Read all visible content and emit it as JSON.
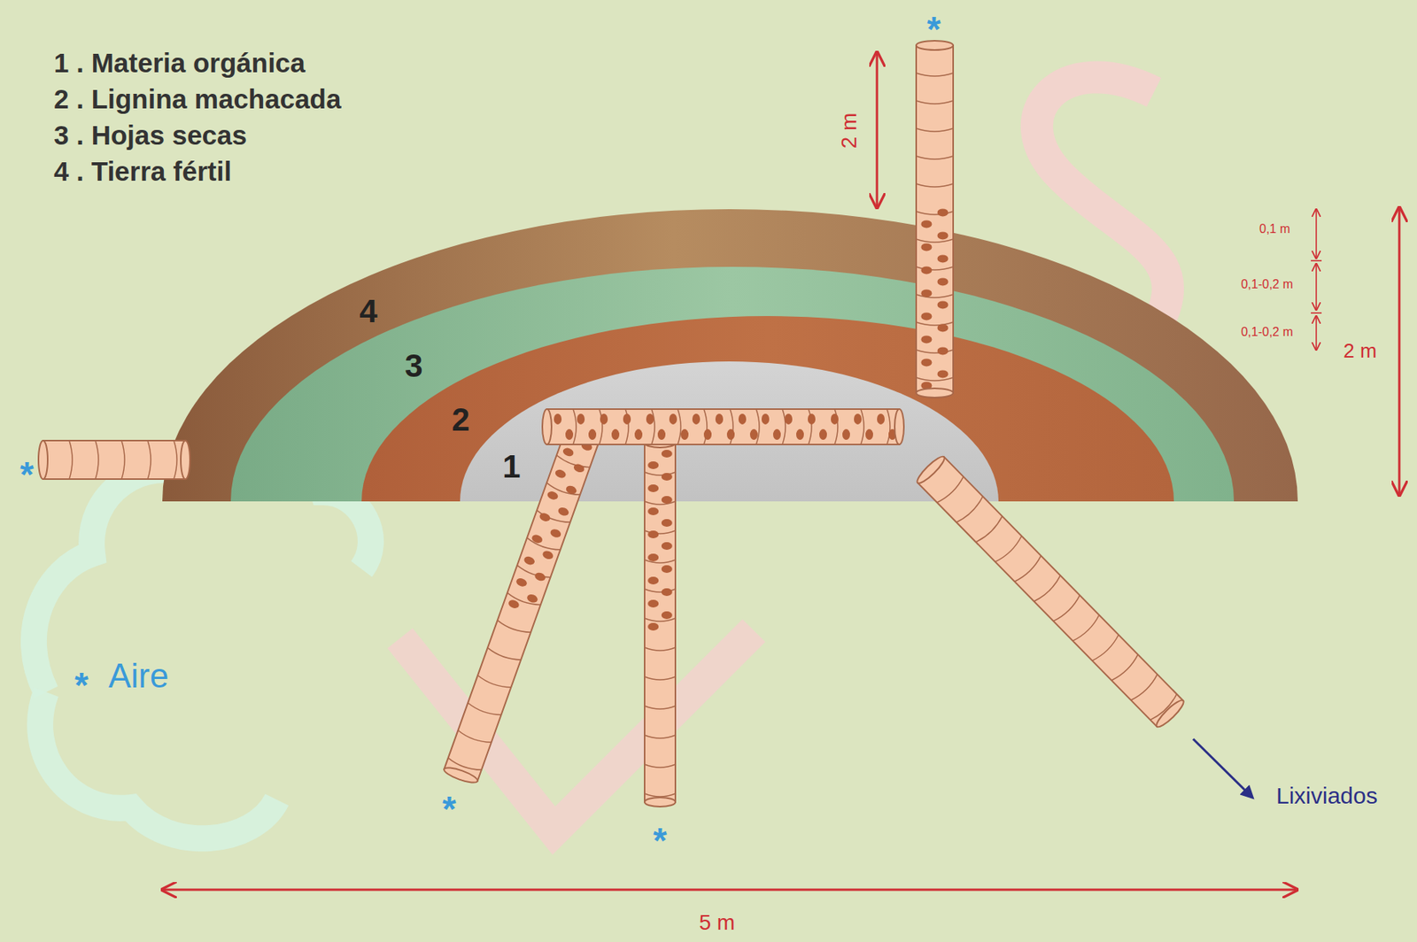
{
  "diagram": {
    "nodes": [
      {
        "text": [
          "4"
        ]
      },
      {
        "text": [
          "3"
        ],
        "in": 0
      },
      {
        "text": [
          "2"
        ],
        "in": 1
      },
      {
        "text": [
          "1"
        ],
        "in": 2
      }
    ],
    "labels": [
      "*",
      "*",
      "*",
      "*",
      "2 m",
      "0,1 m",
      "0,1-0,2 m",
      "0,1-0,2 m",
      "2 m",
      "5 m",
      "Lixiviados",
      "*"
    ],
    "legend": [
      {
        "text": "1 . Materia orgánica"
      },
      {
        "text": "2 . Lignina machacada"
      },
      {
        "text": "3 . Hojas secas"
      },
      {
        "text": "4 . Tierra fértil"
      },
      {
        "text": "Aire"
      }
    ]
  }
}
